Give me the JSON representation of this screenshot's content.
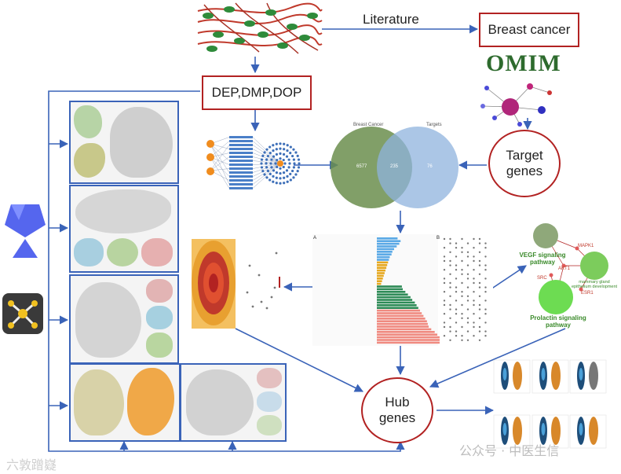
{
  "nodes": {
    "literature_label": "Literature",
    "breast_cancer": "Breast cancer",
    "omim": "OMIM",
    "dep_dmp_dop": "DEP,DMP,DOP",
    "target_genes": "Target genes",
    "hub_genes": "Hub genes"
  },
  "venn": {
    "left_title": "Breast Cancer",
    "right_title": "Targets",
    "left_count": "6577",
    "overlap_count": "235",
    "right_count": "76",
    "left_color": "#6b8e4e",
    "right_color": "#8fb3de"
  },
  "pathway_network": {
    "vegf": "VEGF signaling pathway",
    "mammary": "mammary gland epithelium development",
    "prolactin": "Prolactin signaling pathway",
    "genes": [
      "MAPK1",
      "AKT1",
      "SRC",
      "ESR1"
    ]
  },
  "enrichment_panel_labels": [
    "A",
    "B"
  ],
  "watermark": {
    "left": "六敦蹭嶷",
    "right": "公众号 · 中医生信"
  },
  "colors": {
    "arrow": "#3a63b8",
    "box_border": "#b22222",
    "panel_border": "#3a63b8"
  }
}
